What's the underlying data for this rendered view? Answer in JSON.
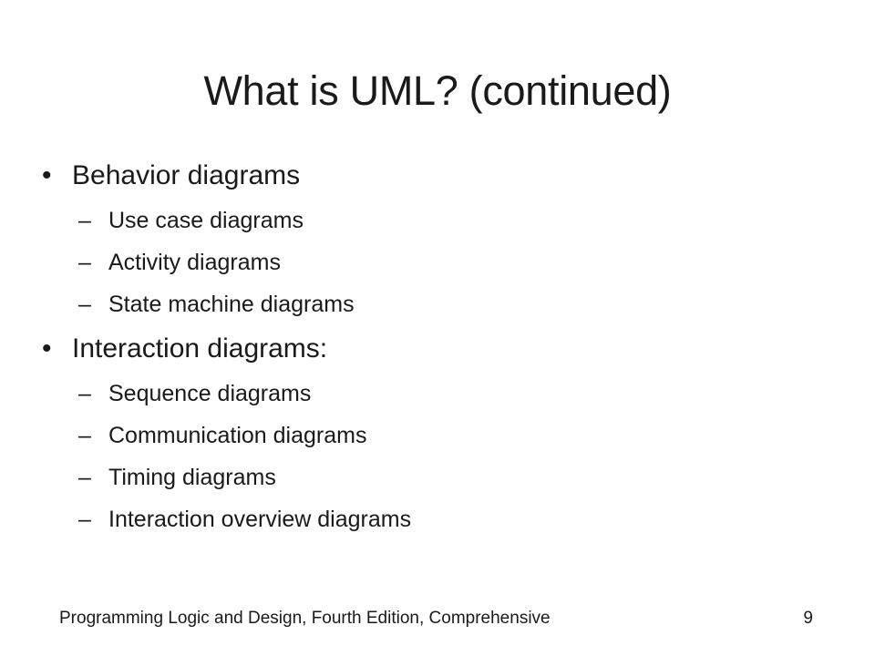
{
  "slide": {
    "title": "What is UML? (continued)",
    "bullets": [
      {
        "label": "Behavior diagrams",
        "items": [
          "Use case diagrams",
          "Activity diagrams",
          "State machine diagrams"
        ]
      },
      {
        "label": "Interaction diagrams:",
        "items": [
          "Sequence diagrams",
          "Communication diagrams",
          "Timing diagrams",
          "Interaction overview diagrams"
        ]
      }
    ],
    "bullet_marker": "•",
    "dash_marker": "–"
  },
  "footer": {
    "text": "Programming Logic and Design, Fourth Edition, Comprehensive",
    "page_number": "9"
  }
}
